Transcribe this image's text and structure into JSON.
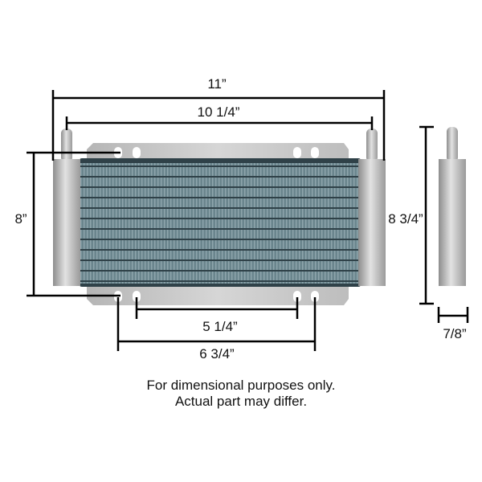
{
  "dimensions": {
    "overall_width": "11”",
    "fitting_spacing": "10 1/4”",
    "core_height": "8”",
    "overall_height": "8 3/4”",
    "inner_mount_spacing": "5 1/4”",
    "outer_mount_spacing": "6 3/4”",
    "depth": "7/8”"
  },
  "note": {
    "line1": "For dimensional purposes only.",
    "line2": "Actual part may differ."
  },
  "colors": {
    "core": "#5f7a82",
    "core_dark": "#2f4148",
    "tank": "#b8b8b8",
    "bracket": "#c4c4c4",
    "dimension_lines": "#000000"
  }
}
